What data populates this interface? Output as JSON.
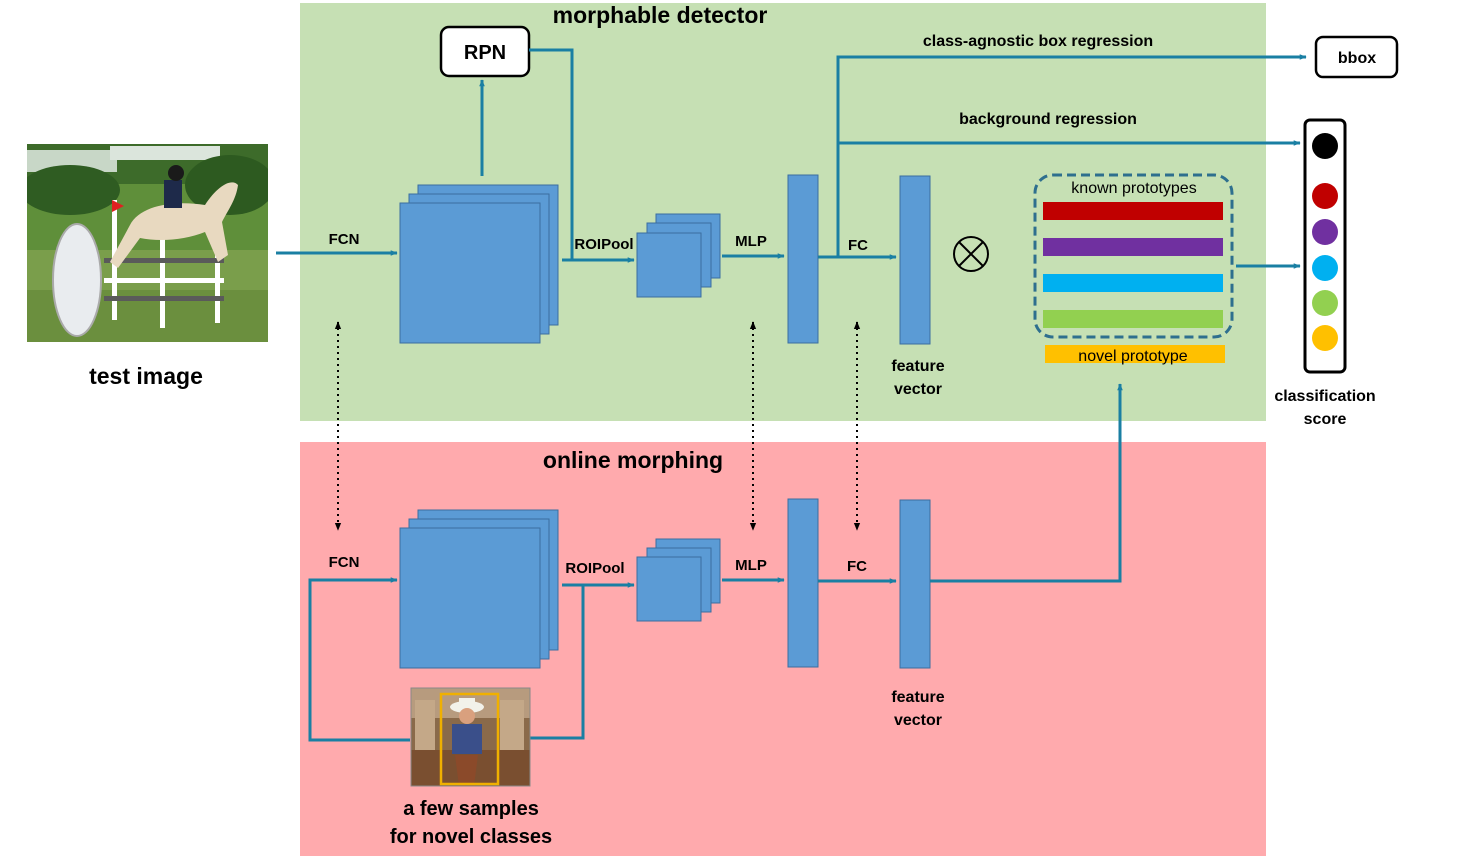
{
  "panels": {
    "detector_title": "morphable detector",
    "morphing_title": "online morphing"
  },
  "nodes": {
    "rpn": "RPN",
    "bbox": "bbox"
  },
  "labels": {
    "test_image": "test image",
    "fcn_top": "FCN",
    "roipool_top": "ROIPool",
    "mlp_top": "MLP",
    "fc_top": "FC",
    "class_agnostic": "class-agnostic box regression",
    "background_regression": "background regression",
    "feature_vector_top_1": "feature",
    "feature_vector_top_2": "vector",
    "known_prototypes": "known prototypes",
    "novel_prototype": "novel prototype",
    "classification_1": "classification",
    "classification_2": "score",
    "fcn_bottom": "FCN",
    "roipool_bottom": "ROIPool",
    "mlp_bottom": "MLP",
    "fc_bottom": "FC",
    "feature_vector_bottom_1": "feature",
    "feature_vector_bottom_2": "vector",
    "samples_1": "a few samples",
    "samples_2": "for novel classes"
  },
  "colors": {
    "detector_bg": "#c6e0b4",
    "morphing_bg": "#ffaaad",
    "block_blue": "#5b9bd5",
    "arrow_teal": "#1a7fa3",
    "prototype_border": "#2e6f8e"
  },
  "prototype_bars": [
    "#c00000",
    "#7030a0",
    "#00b0f0",
    "#92d050"
  ],
  "novel_color": "#ffc000",
  "score_dots": [
    "#000000",
    "#c00000",
    "#7030a0",
    "#00b0f0",
    "#92d050",
    "#ffc000"
  ],
  "icons": {
    "test_image": "horse-jumping-photo",
    "sample_image": "cowboy-photo",
    "combine": "circled-times-icon"
  }
}
